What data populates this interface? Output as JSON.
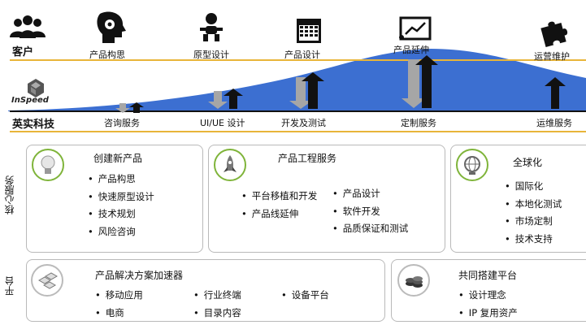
{
  "phases": {
    "customer_label": "客户",
    "items": [
      "产品构思",
      "原型设计",
      "产品设计",
      "产品延伸",
      "运营维护"
    ]
  },
  "company": {
    "logo_text": "InSpeed",
    "name": "英实科技",
    "services": [
      "咨询服务",
      "UI/UE 设计",
      "开发及测试",
      "定制服务",
      "运维服务"
    ]
  },
  "sections": {
    "core_label": "核心服务",
    "platform_label": "平台"
  },
  "cards": {
    "new_product": {
      "title": "创建新产品",
      "items": [
        "产品构思",
        "快速原型设计",
        "技术规划",
        "风险咨询"
      ]
    },
    "engineering": {
      "title": "产品工程服务",
      "items_left": [
        "平台移植和开发",
        "产品线延伸"
      ],
      "items_right": [
        "产品设计",
        "软件开发",
        "品质保证和测试"
      ]
    },
    "global": {
      "title": "全球化",
      "items": [
        "国际化",
        "本地化测试",
        "市场定制",
        "技术支持"
      ]
    },
    "accelerator": {
      "title": "产品解决方案加速器",
      "col1": [
        "移动应用",
        "电商"
      ],
      "col2": [
        "行业终端",
        "目录内容"
      ],
      "col3": [
        "设备平台"
      ]
    },
    "shared": {
      "title": "共同搭建平台",
      "items": [
        "设计理念",
        "IP 复用资产"
      ]
    }
  },
  "colors": {
    "wave_blue": "#3c6fd1",
    "gold_line": "#e8b53a",
    "badge_green": "#7fb43a",
    "arrow_gray": "#a6a6a6"
  }
}
